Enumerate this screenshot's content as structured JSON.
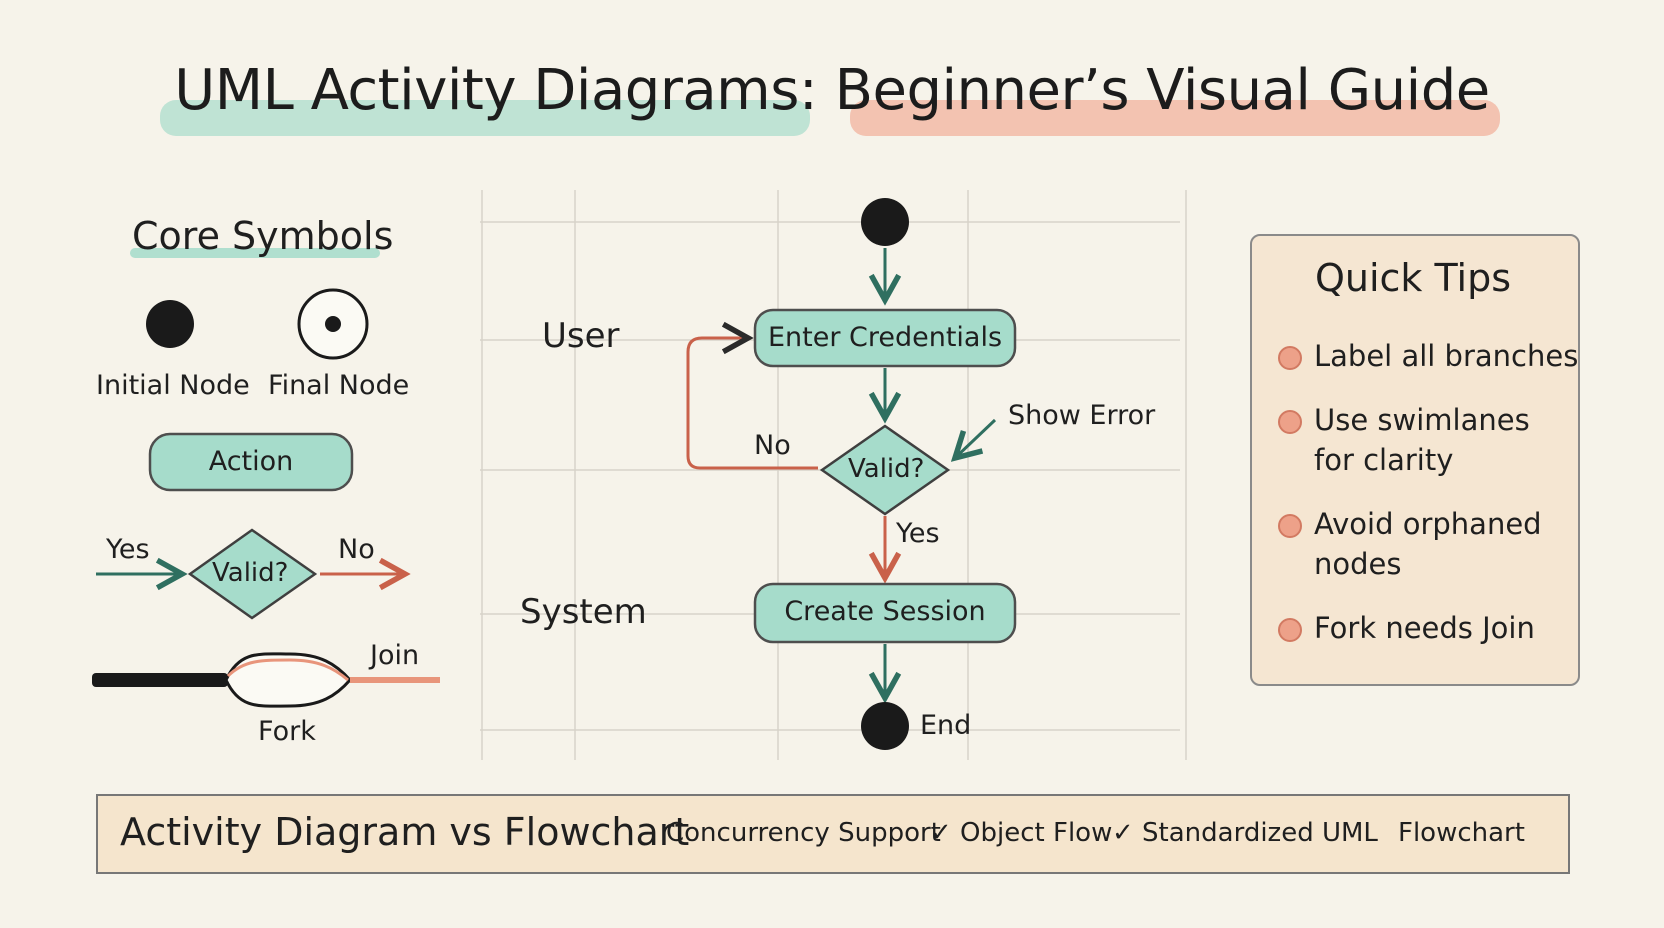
{
  "title": "UML Activity Diagrams: Beginner’s Visual Guide",
  "core_symbols": {
    "heading": "Core Symbols",
    "initial_node_label": "Initial Node",
    "final_node_label": "Final Node",
    "action_label": "Action",
    "decision_label": "Valid?",
    "decision_yes": "Yes",
    "decision_no": "No",
    "join_label": "Join",
    "fork_label": "Fork"
  },
  "flow": {
    "lane_user": "User",
    "lane_system": "System",
    "enter_credentials": "Enter Credentials",
    "valid": "Valid?",
    "no_label": "No",
    "yes_label": "Yes",
    "show_error": "Show Error",
    "create_session": "Create Session",
    "end_label": "End"
  },
  "tips": {
    "heading": "Quick Tips",
    "items": [
      [
        "Label all branches"
      ],
      [
        "Use swimlanes",
        "for clarity"
      ],
      [
        "Avoid orphaned",
        "nodes"
      ],
      [
        "Fork needs Join"
      ]
    ]
  },
  "comparison": {
    "heading": "Activity Diagram vs Flowchart",
    "items": [
      "Concurrency Support",
      "✓ Object Flow",
      "✓ Standardized UML",
      "Flowchart"
    ]
  },
  "colors": {
    "teal": "#9fd9c8",
    "teal_dark": "#2f6f60",
    "salmon": "#e8957b",
    "ink": "#1f1f1f"
  }
}
